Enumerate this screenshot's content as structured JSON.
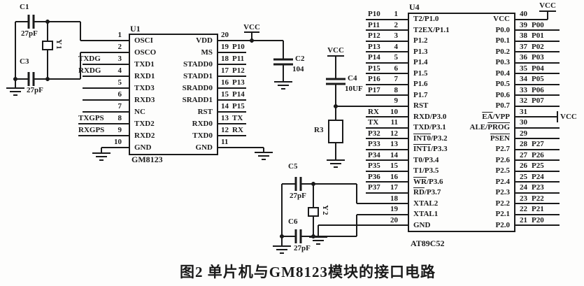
{
  "caption": "图2 单片机与GM8123模块的接口电路",
  "vcc_label": "VCC",
  "components": {
    "c1": {
      "name": "C1",
      "value": "27pF"
    },
    "c2": {
      "name": "C2",
      "value": "104"
    },
    "c3": {
      "name": "C3",
      "value": "27pF"
    },
    "c4": {
      "name": "C4",
      "value": "10UF"
    },
    "c5": {
      "name": "C5",
      "value": "27pF"
    },
    "c6": {
      "name": "C6",
      "value": "27pF"
    },
    "r3": {
      "name": "R3"
    },
    "y1": {
      "name": "Y1"
    },
    "y2": {
      "name": "Y2"
    }
  },
  "u1": {
    "designator": "U1",
    "part": "GM8123",
    "left_labels": [
      "OSCI",
      "OSCO",
      "TXD1",
      "RXD1",
      "TXD3",
      "RXD3",
      "NC",
      "TXD2",
      "RXD2",
      "GND"
    ],
    "right_labels": [
      "VDD",
      "MS",
      "STADD0",
      "STADD1",
      "SRADD0",
      "SRADD1",
      "RST",
      "RXD0",
      "TXD0",
      "GND"
    ],
    "left_ext": [
      {
        "l": "",
        "n": "1"
      },
      {
        "l": "",
        "n": "2"
      },
      {
        "l": "TXDG",
        "n": "3"
      },
      {
        "l": "RXDG",
        "n": "4"
      },
      {
        "l": "",
        "n": "5"
      },
      {
        "l": "",
        "n": "6"
      },
      {
        "l": "",
        "n": "7"
      },
      {
        "l": "TXGPS",
        "n": "8"
      },
      {
        "l": "RXGPS",
        "n": "9"
      },
      {
        "l": "",
        "n": "10"
      }
    ],
    "right_ext": [
      {
        "n": "20",
        "l": ""
      },
      {
        "n": "19",
        "l": "P10"
      },
      {
        "n": "18",
        "l": "P11"
      },
      {
        "n": "17",
        "l": "P12"
      },
      {
        "n": "16",
        "l": "P13"
      },
      {
        "n": "15",
        "l": "P14"
      },
      {
        "n": "14",
        "l": "P15"
      },
      {
        "n": "13",
        "l": "TX"
      },
      {
        "n": "12",
        "l": "RX"
      },
      {
        "n": "11",
        "l": ""
      }
    ]
  },
  "u4": {
    "designator": "U4",
    "part": "AT89C52",
    "left_labels": [
      {
        "pre": "T2/P1.0"
      },
      {
        "pre": "T2EX/P1.1"
      },
      {
        "pre": "P1.2"
      },
      {
        "pre": "P1.3"
      },
      {
        "pre": "P1.4"
      },
      {
        "pre": "P1.5"
      },
      {
        "pre": "P1.6"
      },
      {
        "pre": "P1.7"
      },
      {
        "pre": "RST"
      },
      {
        "pre": "RXD/P3.0"
      },
      {
        "pre": "TXD/P3.1"
      },
      {
        "bar": "INT0",
        "post": "/P3.2"
      },
      {
        "bar": "INT1",
        "post": "/P3.3"
      },
      {
        "pre": "T0/P3.4"
      },
      {
        "pre": "T1/P3.5"
      },
      {
        "bar": "WR",
        "post": "/P3.6"
      },
      {
        "bar": "RD",
        "post": "/P3.7"
      },
      {
        "pre": "XTAL2"
      },
      {
        "pre": "XTAL1"
      },
      {
        "pre": "GND"
      }
    ],
    "right_labels": [
      {
        "pre": "VCC"
      },
      {
        "pre": "P0.0"
      },
      {
        "pre": "P0.1"
      },
      {
        "pre": "P0.2"
      },
      {
        "pre": "P0.3"
      },
      {
        "pre": "P0.4"
      },
      {
        "pre": "P0.5"
      },
      {
        "pre": "P0.6"
      },
      {
        "pre": "P0.7"
      },
      {
        "bar": "EA",
        "post": "/VPP"
      },
      {
        "pre": "ALE/",
        "bar": "PROG"
      },
      {
        "bar": "PSEN"
      },
      {
        "pre": "P2.7"
      },
      {
        "pre": "P2.6"
      },
      {
        "pre": "P2.5"
      },
      {
        "pre": "P2.4"
      },
      {
        "pre": "P2.3"
      },
      {
        "pre": "P2.2"
      },
      {
        "pre": "P2.1"
      },
      {
        "pre": "P2.0"
      }
    ],
    "left_ext": [
      {
        "l": "P10",
        "n": "1"
      },
      {
        "l": "P11",
        "n": "2"
      },
      {
        "l": "P12",
        "n": "3"
      },
      {
        "l": "P13",
        "n": "4"
      },
      {
        "l": "P14",
        "n": "5"
      },
      {
        "l": "P15",
        "n": "6"
      },
      {
        "l": "P16",
        "n": "7"
      },
      {
        "l": "P17",
        "n": "8"
      },
      {
        "l": "",
        "n": "9"
      },
      {
        "l": "RX",
        "n": "10"
      },
      {
        "l": "TX",
        "n": "11"
      },
      {
        "l": "P32",
        "n": "12"
      },
      {
        "l": "P33",
        "n": "13"
      },
      {
        "l": "P34",
        "n": "14"
      },
      {
        "l": "P35",
        "n": "15"
      },
      {
        "l": "P36",
        "n": "16"
      },
      {
        "l": "P37",
        "n": "17"
      },
      {
        "l": "",
        "n": "18"
      },
      {
        "l": "",
        "n": "19"
      },
      {
        "l": "",
        "n": "20"
      }
    ],
    "right_ext": [
      {
        "n": "40",
        "l": ""
      },
      {
        "n": "39",
        "l": "P00"
      },
      {
        "n": "38",
        "l": "P01"
      },
      {
        "n": "37",
        "l": "P02"
      },
      {
        "n": "36",
        "l": "P03"
      },
      {
        "n": "35",
        "l": "P04"
      },
      {
        "n": "34",
        "l": "P05"
      },
      {
        "n": "33",
        "l": "P06"
      },
      {
        "n": "32",
        "l": "P07"
      },
      {
        "n": "31",
        "l": ""
      },
      {
        "n": "30",
        "l": ""
      },
      {
        "n": "29",
        "l": ""
      },
      {
        "n": "28",
        "l": "P27"
      },
      {
        "n": "27",
        "l": "P26"
      },
      {
        "n": "26",
        "l": "P25"
      },
      {
        "n": "25",
        "l": "P24"
      },
      {
        "n": "24",
        "l": "P23"
      },
      {
        "n": "23",
        "l": "P22"
      },
      {
        "n": "22",
        "l": "P21"
      },
      {
        "n": "21",
        "l": "P20"
      }
    ]
  }
}
